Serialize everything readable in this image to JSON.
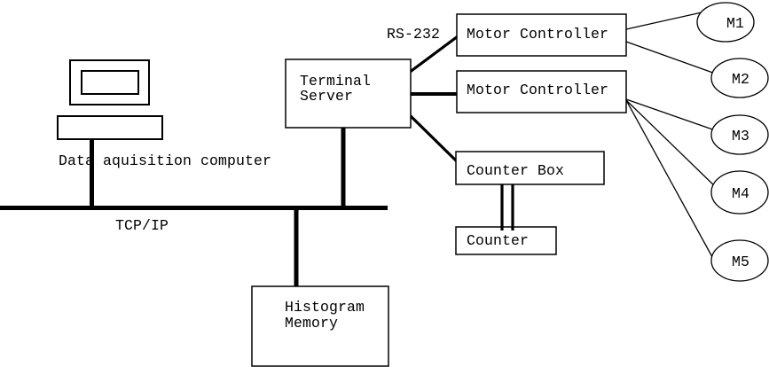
{
  "colors": {
    "ink": "#000000",
    "background": "#ffffff"
  },
  "labels": {
    "data_acquisition_computer": "Data aquisition computer",
    "network_bus": "TCP/IP",
    "serial_link": "RS-232"
  },
  "nodes": {
    "terminal_server": {
      "line1": "Terminal",
      "line2": "Server"
    },
    "motor_controller_1": {
      "label": "Motor Controller"
    },
    "motor_controller_2": {
      "label": "Motor Controller"
    },
    "counter_box": {
      "label": "Counter Box"
    },
    "counter": {
      "label": "Counter"
    },
    "histogram_memory": {
      "line1": "Histogram",
      "line2": "Memory"
    }
  },
  "motors": [
    {
      "label": "M1"
    },
    {
      "label": "M2"
    },
    {
      "label": "M3"
    },
    {
      "label": "M4"
    },
    {
      "label": "M5"
    }
  ]
}
